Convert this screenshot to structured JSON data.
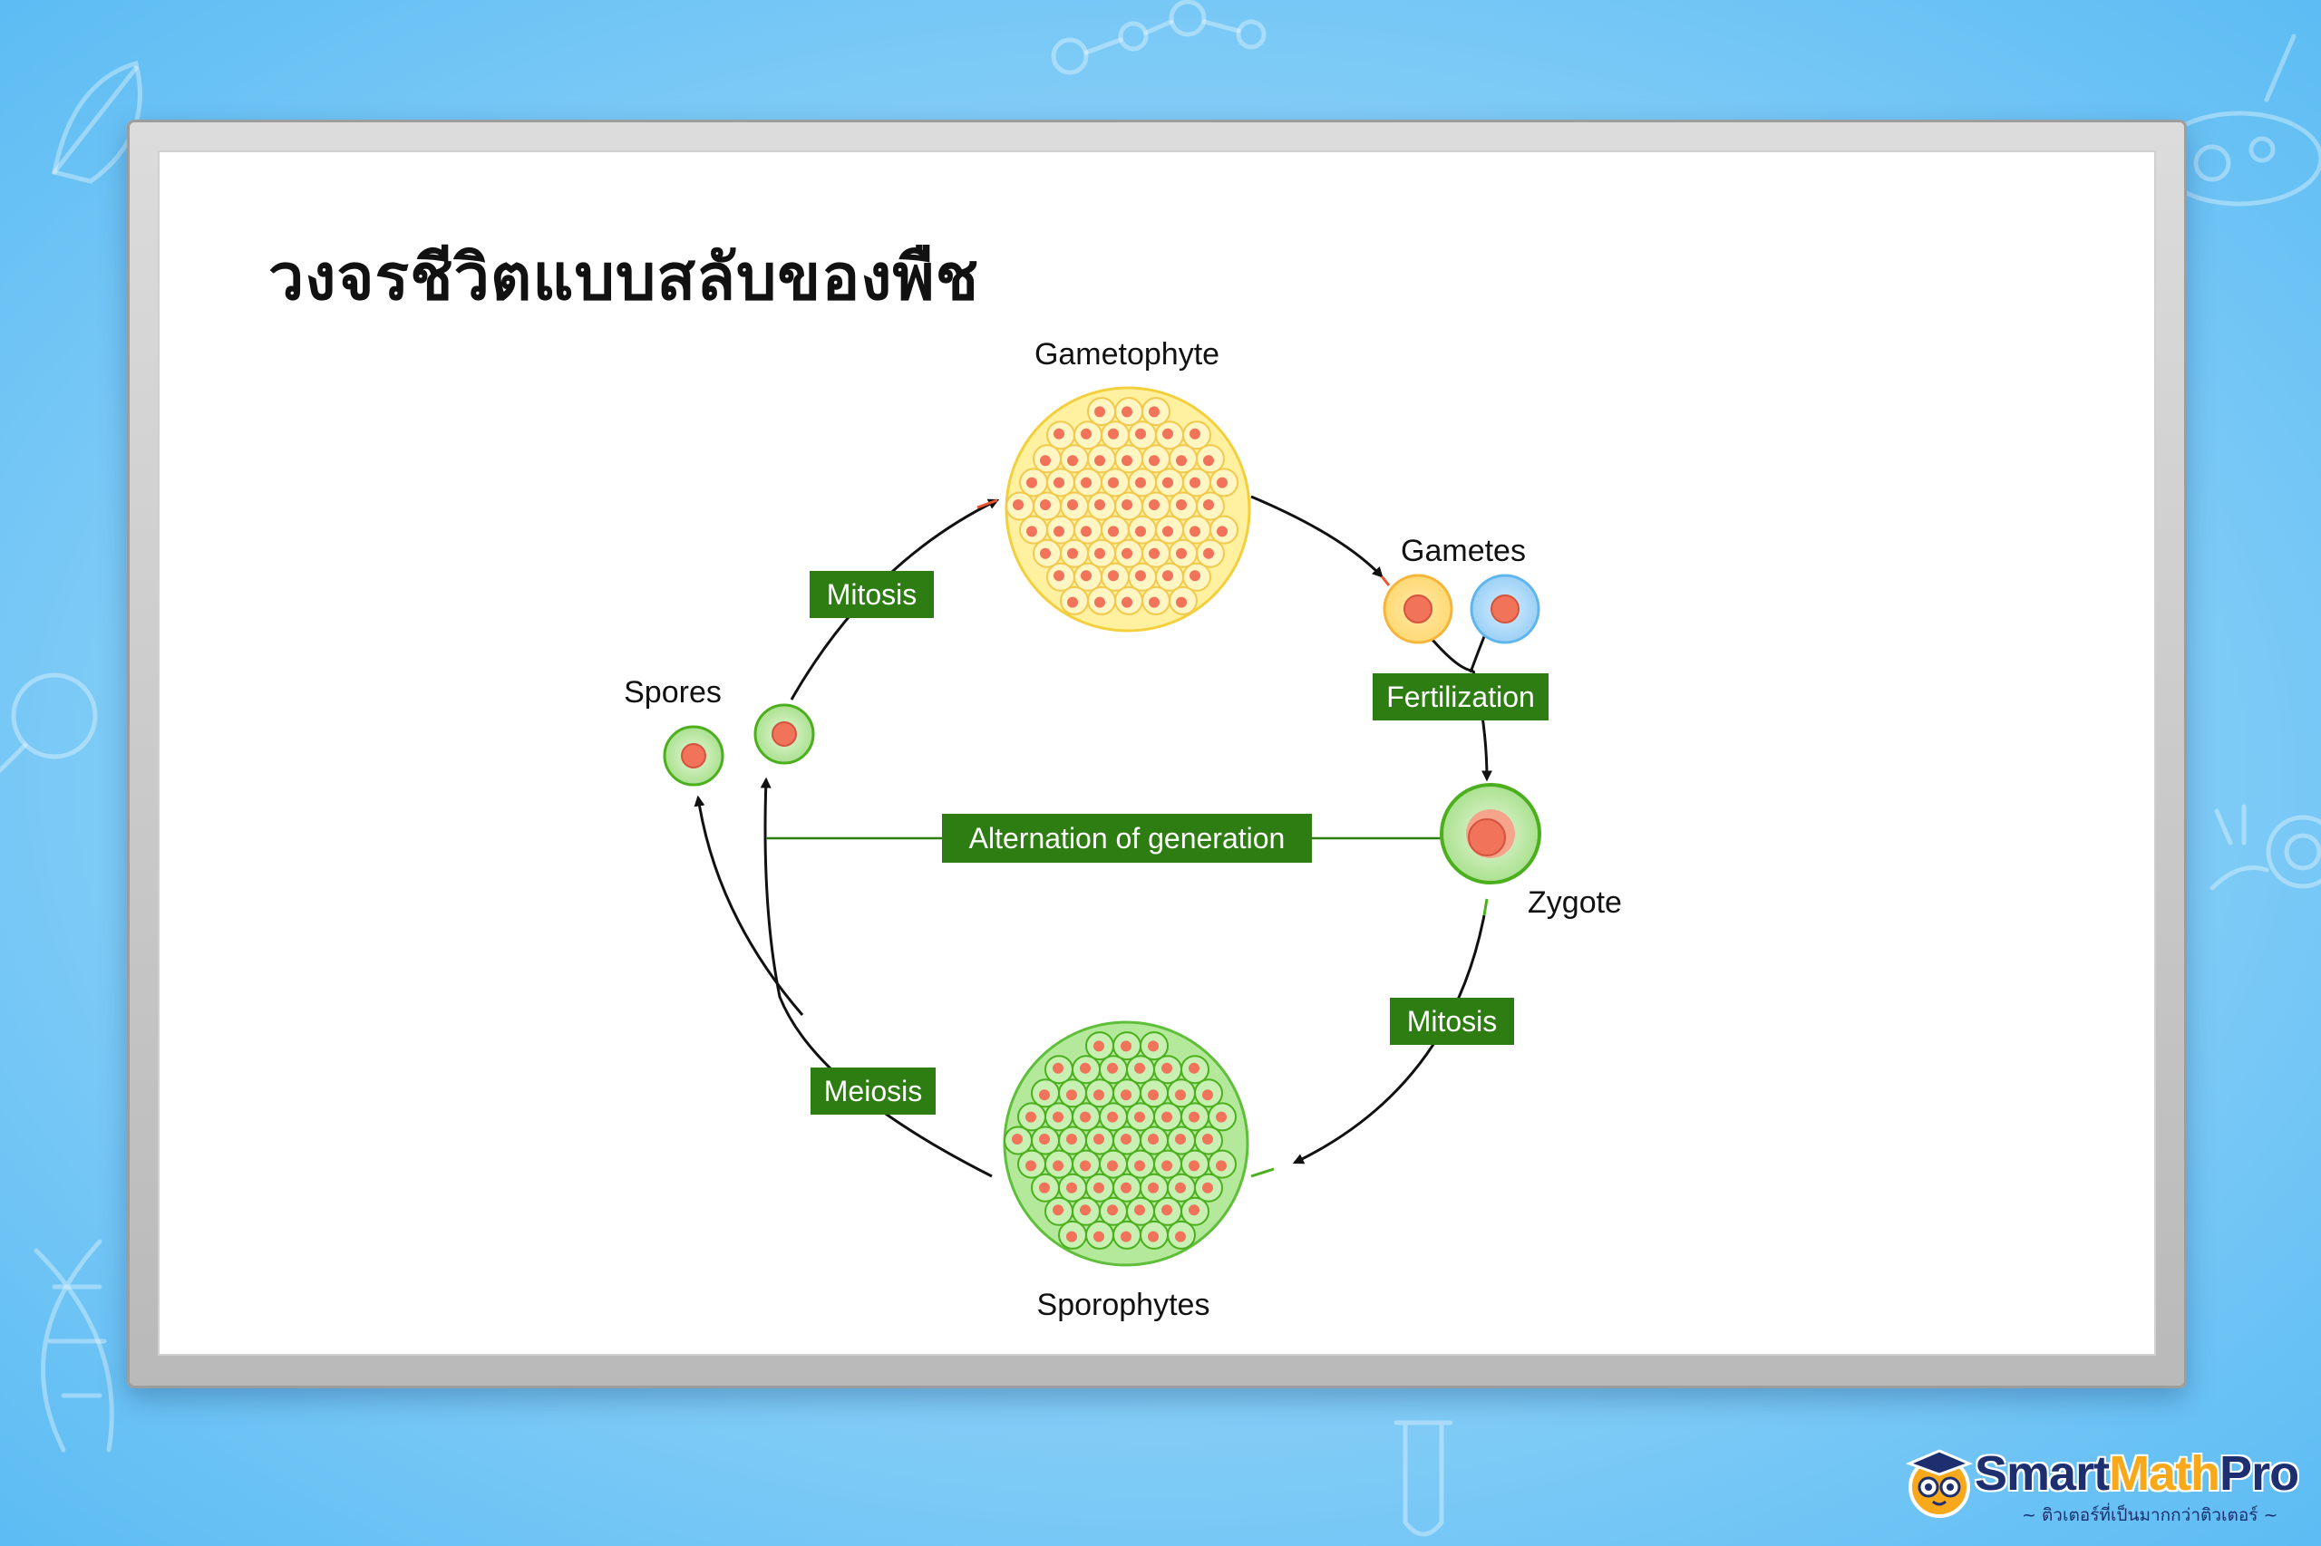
{
  "page": {
    "title": "วงจรชีวิตแบบสลับของพืช"
  },
  "diagram": {
    "nodes": {
      "gametophyte": "Gametophyte",
      "gametes": "Gametes",
      "zygote": "Zygote",
      "sporophytes": "Sporophytes",
      "spores": "Spores"
    },
    "processes": {
      "mitosis_top": "Mitosis",
      "fertilization": "Fertilization",
      "mitosis_bottom": "Mitosis",
      "meiosis": "Meiosis",
      "alternation": "Alternation of generation"
    }
  },
  "branding": {
    "logo_part1": "Smart",
    "logo_part2": "Math",
    "logo_part3": "Pro",
    "tagline": "~ ติวเตอร์ที่เป็นมากกว่าติวเตอร์ ~"
  },
  "colors": {
    "process_box": "#2e7d12",
    "cycle_line": "#111111",
    "gametophyte_fill": "#fff3a6",
    "sporophyte_fill": "#a8e48c",
    "nucleus": "#f0735a",
    "board_frame": "#c4c4c4"
  },
  "icons": [
    "leaf-icon",
    "molecule-icon",
    "petri-dish-icon",
    "magnifier-icon",
    "snail-icon",
    "dna-icon",
    "test-tube-icon",
    "owl-mascot-icon"
  ]
}
